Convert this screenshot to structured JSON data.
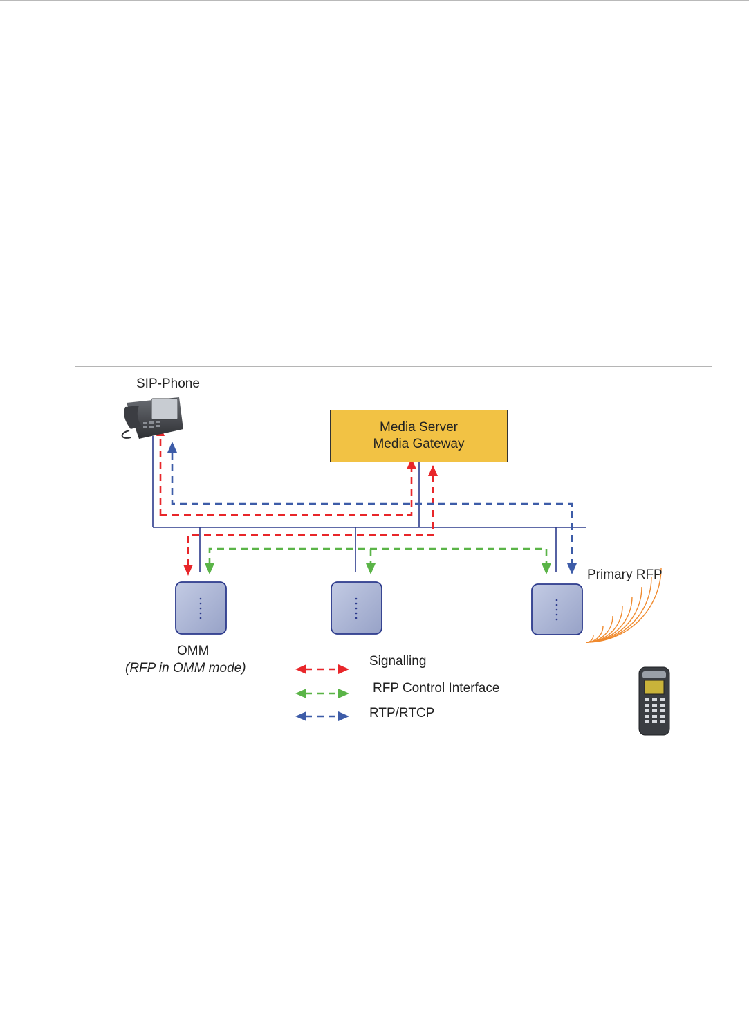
{
  "diagram": {
    "sip_phone_label": "SIP-Phone",
    "media_server": {
      "line1": "Media Server",
      "line2": "Media Gateway"
    },
    "primary_rfp_label": "Primary RFP",
    "omm_label": "OMM",
    "omm_sublabel": "(RFP in OMM mode)"
  },
  "legend": [
    {
      "label": "Signalling",
      "color": "#e8262a"
    },
    {
      "label": "RFP Control Interface",
      "color": "#5ab447"
    },
    {
      "label": "RTP/RTCP",
      "color": "#3d5ca8"
    }
  ],
  "colors": {
    "signalling": "#e8262a",
    "control": "#5ab447",
    "rtp": "#3d5ca8",
    "network_line": "#2c3a8c",
    "rfp_fill": "#a9b3d3",
    "media_box": "#f2c244",
    "radio_waves": "#f08a2e"
  }
}
